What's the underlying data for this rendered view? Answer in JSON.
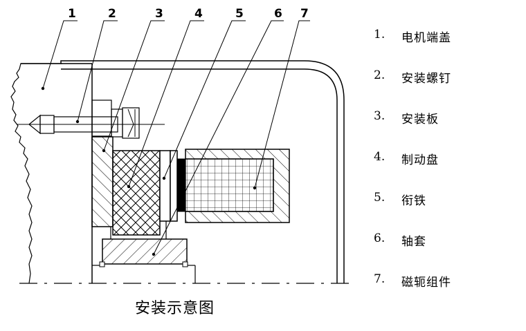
{
  "callouts": [
    "1",
    "2",
    "3",
    "4",
    "5",
    "6",
    "7"
  ],
  "legend": [
    {
      "num": "1.",
      "label": "电机端盖"
    },
    {
      "num": "2.",
      "label": "安装螺钉"
    },
    {
      "num": "3.",
      "label": "安装板"
    },
    {
      "num": "4.",
      "label": "制动盘"
    },
    {
      "num": "5.",
      "label": "衔铁"
    },
    {
      "num": "6.",
      "label": "轴套"
    },
    {
      "num": "7.",
      "label": "磁轭组件"
    }
  ],
  "caption": "安装示意图"
}
